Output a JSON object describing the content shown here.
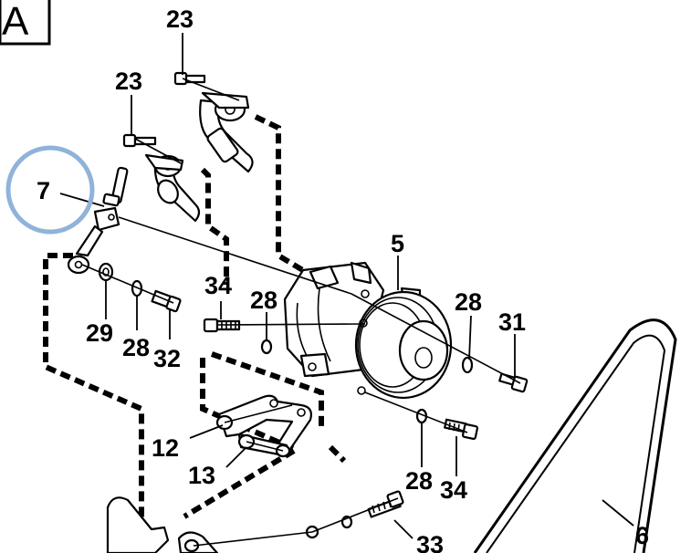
{
  "section_label": "A",
  "highlight_color": "#8fb3d9",
  "callouts": [
    {
      "id": "c23a",
      "text": "23"
    },
    {
      "id": "c23b",
      "text": "23"
    },
    {
      "id": "c7",
      "text": "7"
    },
    {
      "id": "c5",
      "text": "5"
    },
    {
      "id": "c34a",
      "text": "34"
    },
    {
      "id": "c28a",
      "text": "28"
    },
    {
      "id": "c28b",
      "text": "28"
    },
    {
      "id": "c31",
      "text": "31"
    },
    {
      "id": "c29",
      "text": "29"
    },
    {
      "id": "c28c",
      "text": "28"
    },
    {
      "id": "c32",
      "text": "32"
    },
    {
      "id": "c12",
      "text": "12"
    },
    {
      "id": "c13",
      "text": "13"
    },
    {
      "id": "c28d",
      "text": "28"
    },
    {
      "id": "c34b",
      "text": "34"
    },
    {
      "id": "c33",
      "text": "33"
    },
    {
      "id": "c6",
      "text": "6"
    }
  ]
}
